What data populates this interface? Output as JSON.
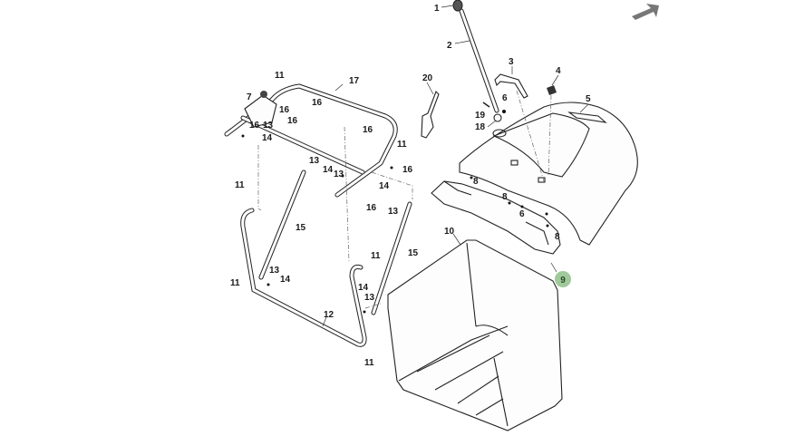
{
  "diagram": {
    "title": "Grass Bag / Collector Assembly - Exploded Parts View",
    "highlighted_part": "9",
    "highlight_color": "#8fbf8a",
    "nav_icon": "back-arrow-icon",
    "callouts": {
      "p1": "1",
      "p2": "2",
      "p3": "3",
      "p4": "4",
      "p5": "5",
      "p6a": "6",
      "p6b": "6",
      "p7": "7",
      "p8a": "8",
      "p8b": "8",
      "p8c": "8",
      "p9": "9",
      "p10": "10",
      "p11a": "11",
      "p11b": "11",
      "p11c": "11",
      "p11d": "11",
      "p11e": "11",
      "p11f": "11",
      "p12": "12",
      "p13a": "13",
      "p13b": "13",
      "p13c": "13",
      "p13d": "13",
      "p13e": "13",
      "p13f": "13",
      "p14a": "14",
      "p14b": "14",
      "p14c": "14",
      "p14d": "14",
      "p14e": "14",
      "p15a": "15",
      "p15b": "15",
      "p16a": "16",
      "p16b": "16",
      "p16c": "16",
      "p16d": "16",
      "p16e": "16",
      "p16f": "16",
      "p16g": "16",
      "p17": "17",
      "p18": "18",
      "p19": "19",
      "p20": "20"
    }
  }
}
